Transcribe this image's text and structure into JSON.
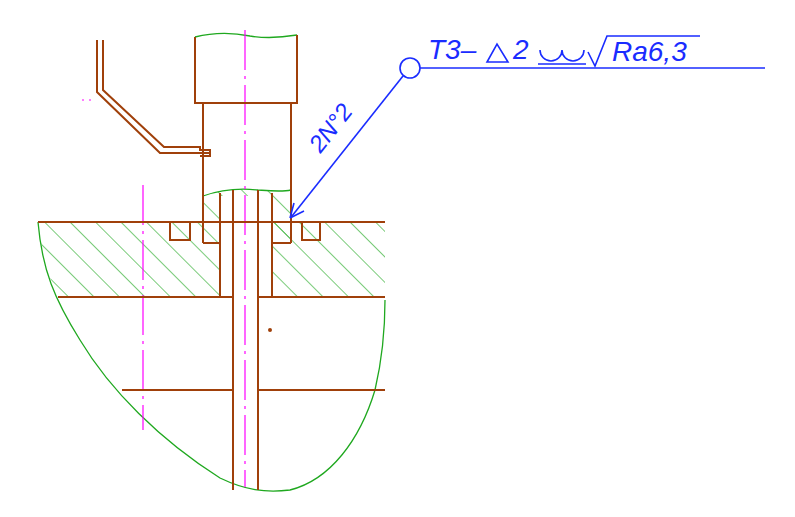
{
  "diagram": {
    "labels": [
      "T3–",
      "2",
      "Ra6,3",
      "2N°2"
    ]
  }
}
